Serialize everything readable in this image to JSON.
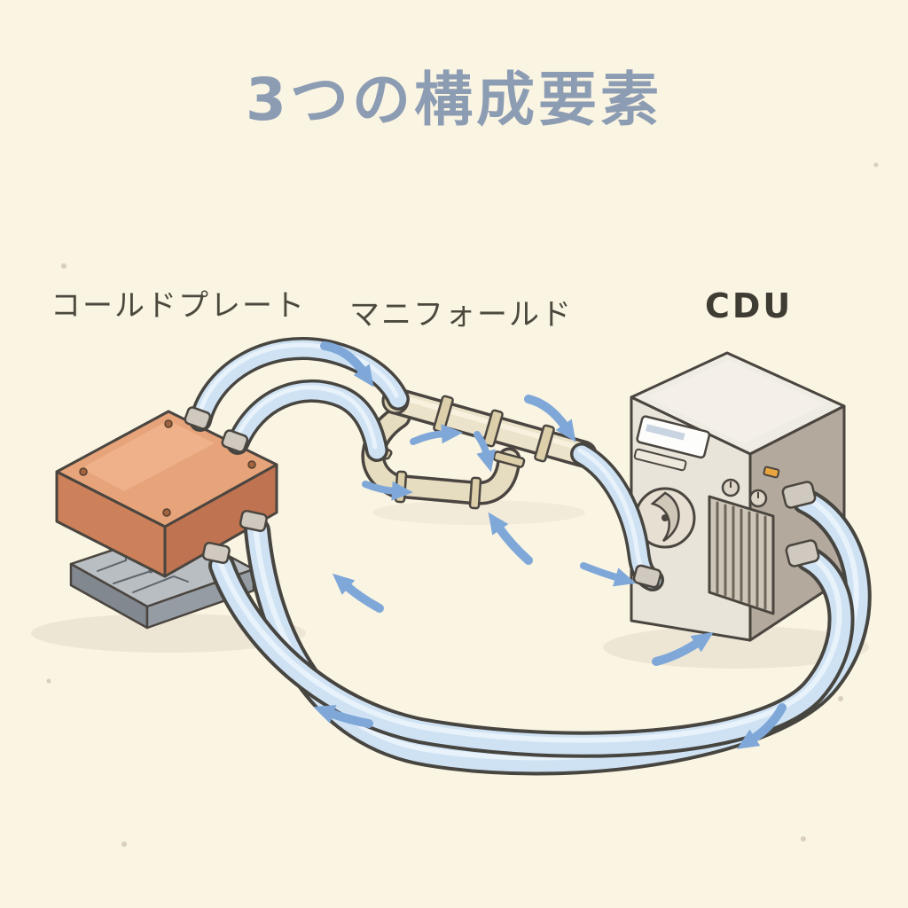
{
  "title": "3つの構成要素",
  "components": {
    "cold_plate": {
      "label": "コールドプレート"
    },
    "manifold": {
      "label": "マニフォールド"
    },
    "cdu": {
      "label": "CDU"
    }
  },
  "colors": {
    "background": "#faf4e2",
    "title_text": "#8c9cb3",
    "label_text": "#4b493d",
    "cdu_label_text": "#3f3d33",
    "tube_fill": "#cfe2f3",
    "tube_outline": "#474540",
    "arrow": "#7fa8d9",
    "cold_plate_copper": "#e7a47b",
    "manifold_beige": "#ece3cb",
    "cdu_gray": "#e9e4da"
  }
}
